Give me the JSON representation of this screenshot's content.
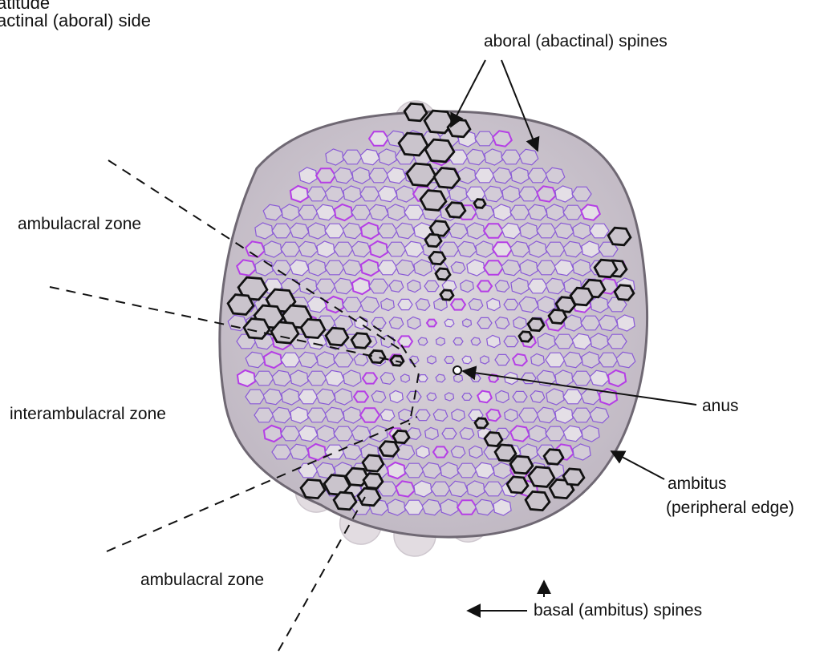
{
  "title": {
    "line1": "atitude",
    "line2": "actinal (aboral) side"
  },
  "labels": {
    "aboral_spines": "aboral (abactinal) spines",
    "ambulacral_zone_top": "ambulacral zone",
    "interambulacral_zone": "interambulacral zone",
    "ambulacral_zone_bottom": "ambulacral zone",
    "anus": "anus",
    "ambitus_line1": "ambitus",
    "ambitus_line2": "(peripheral edge)",
    "basal_spines": "basal (ambitus) spines"
  },
  "colors": {
    "test_fill": "#cfc8d3",
    "plate_outline_purple": "#8a5ad6",
    "plate_outline_magenta": "#b53ee6",
    "highlight_plate_outline": "#111111",
    "spine_fill": "#ddd7dc",
    "spine_edge": "#c6bec6",
    "leader_line": "#111111"
  }
}
